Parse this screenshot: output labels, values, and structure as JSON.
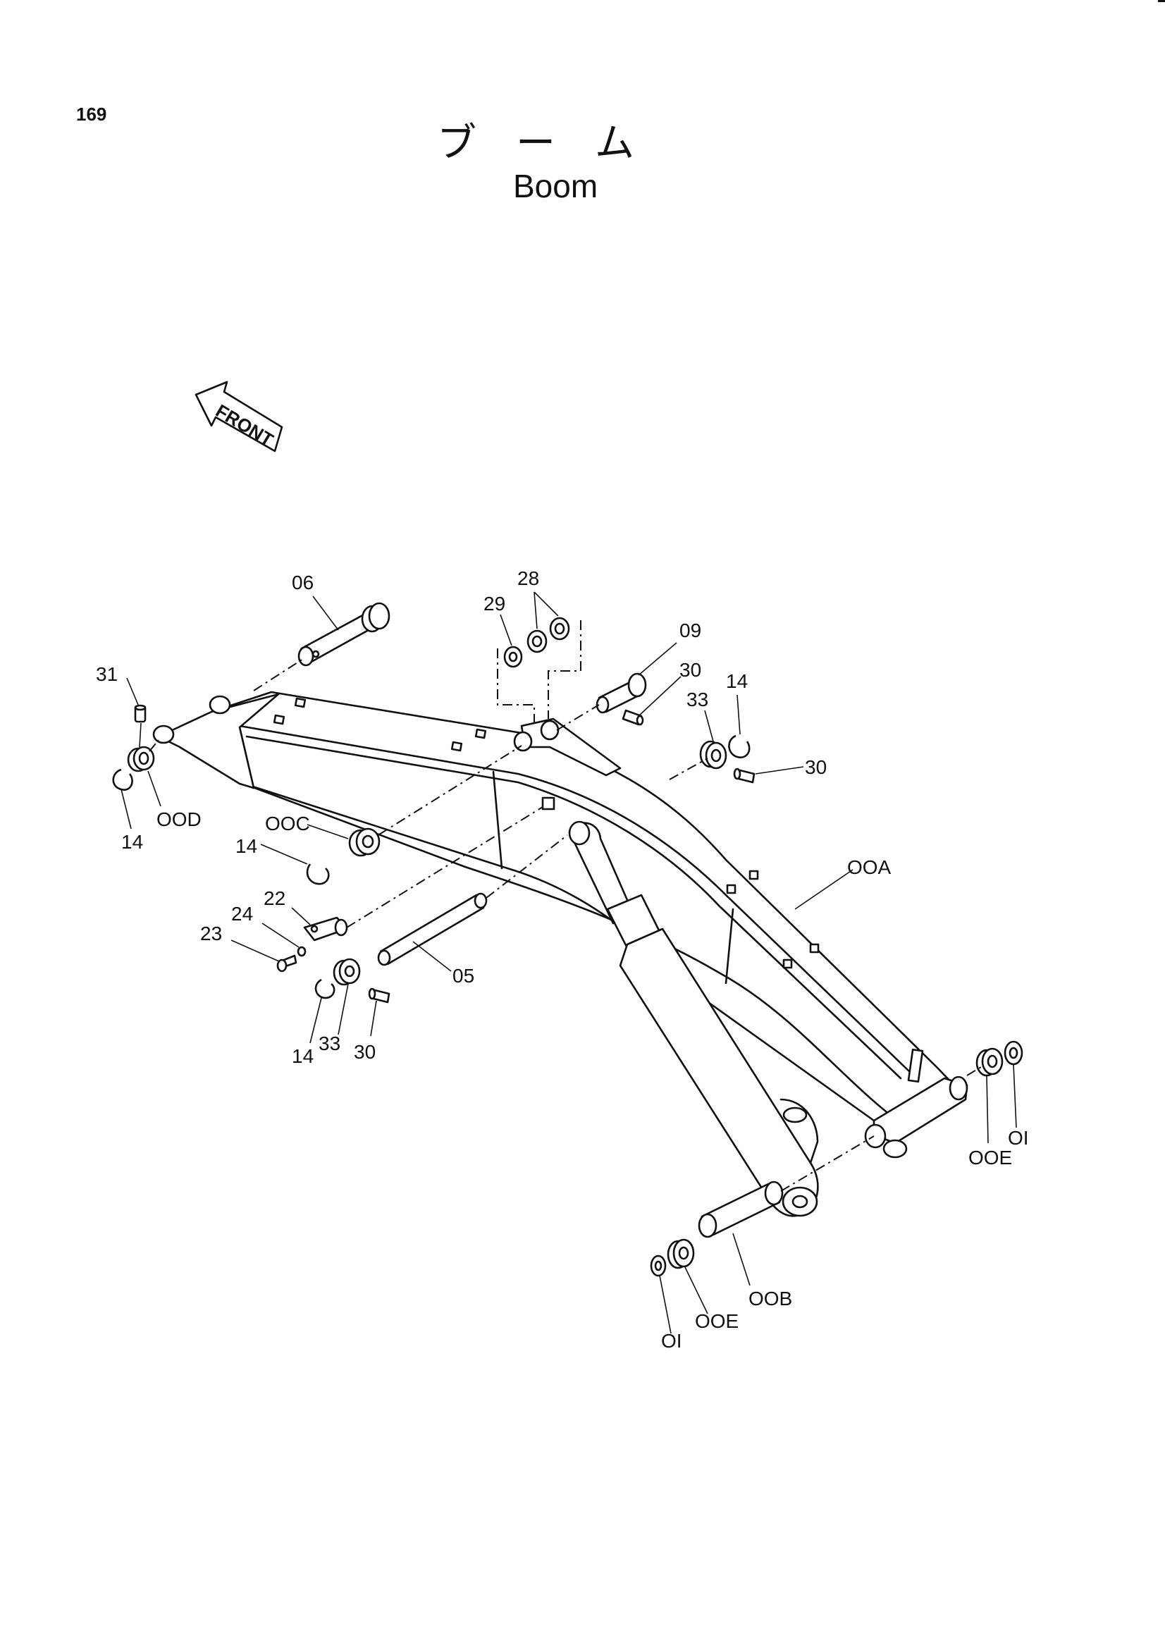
{
  "page_number": "169",
  "title_jp": "ブ　ー　ム",
  "title_en": "Boom",
  "front_label": "FRONT",
  "labels": {
    "p06": "06",
    "p28": "28",
    "p29": "29",
    "p09": "09",
    "p30a": "30",
    "p14a": "14",
    "p33a": "33",
    "p30b": "30",
    "p31": "31",
    "p00D": "OOD",
    "p14b": "14",
    "p00C": "OOC",
    "p14c": "14",
    "p00A": "OOA",
    "p22": "22",
    "p24": "24",
    "p23": "23",
    "p05": "05",
    "p14d": "14",
    "p33b": "33",
    "p30c": "30",
    "p00E1": "OOE",
    "p01a": "OI",
    "p00B": "OOB",
    "p00E2": "OOE",
    "p01b": "OI"
  }
}
